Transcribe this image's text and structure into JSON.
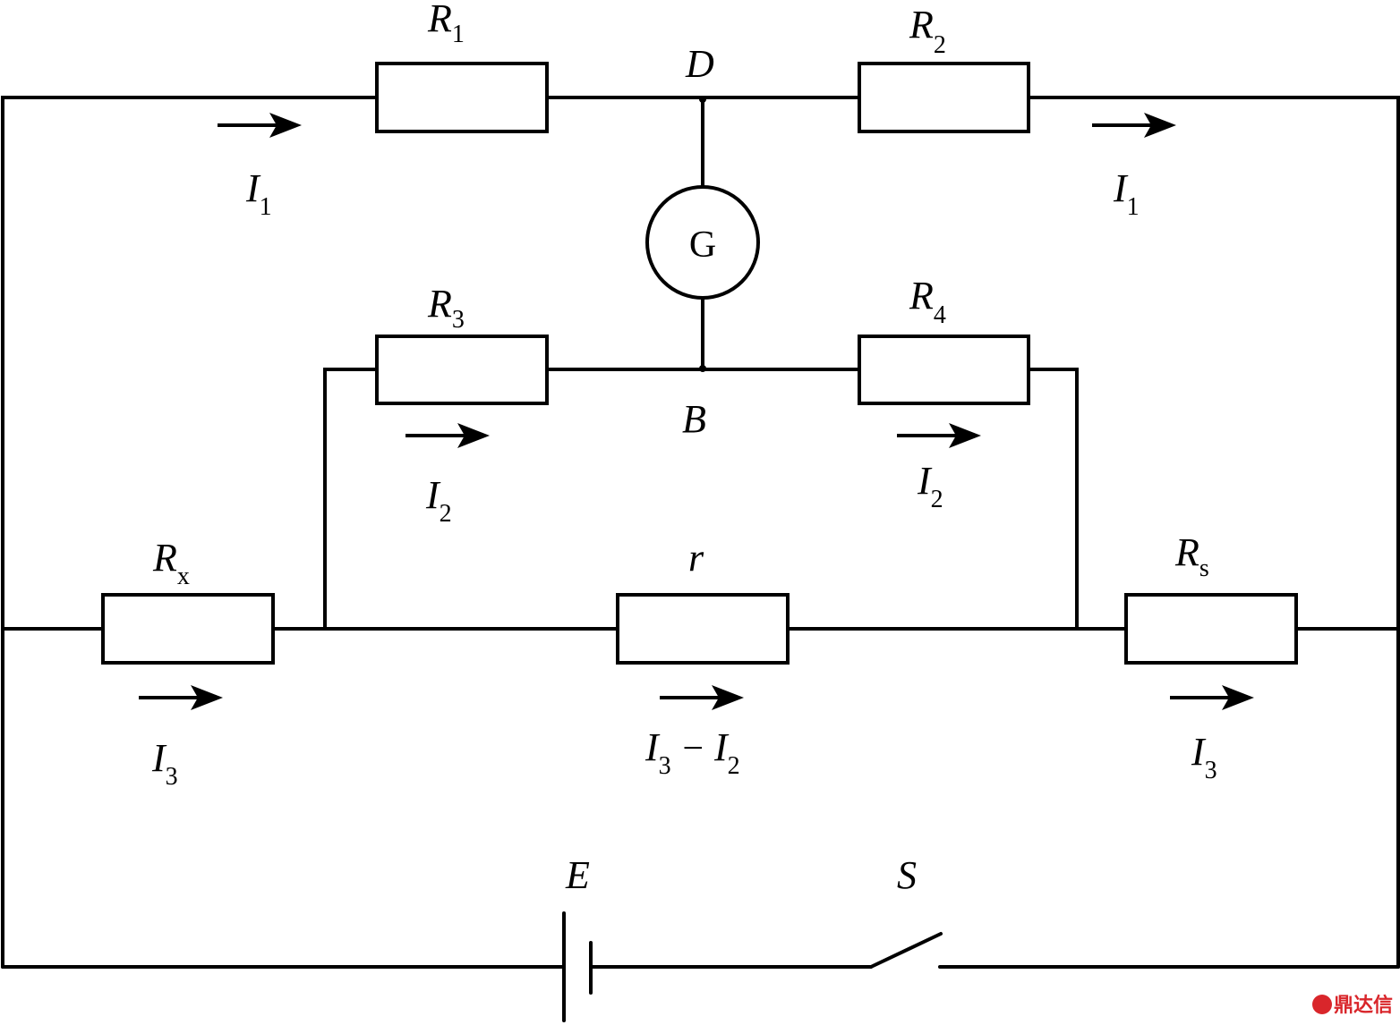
{
  "labels": {
    "R1": {
      "main": "R",
      "sub": "1"
    },
    "R2": {
      "main": "R",
      "sub": "2"
    },
    "R3": {
      "main": "R",
      "sub": "3"
    },
    "R4": {
      "main": "R",
      "sub": "4"
    },
    "Rx": {
      "main": "R",
      "sub": "x"
    },
    "Rs": {
      "main": "R",
      "sub": "s"
    },
    "r": "r",
    "D": "D",
    "B": "B",
    "G": "G",
    "E": "E",
    "S": "S",
    "I1_left": {
      "main": "I",
      "sub": "1"
    },
    "I1_right": {
      "main": "I",
      "sub": "1"
    },
    "I2_left": {
      "main": "I",
      "sub": "2"
    },
    "I2_right": {
      "main": "I",
      "sub": "2"
    },
    "I3_left": {
      "main": "I",
      "sub": "3"
    },
    "I3_right": {
      "main": "I",
      "sub": "3"
    },
    "I3_minus_I2": {
      "main1": "I",
      "sub1": "3",
      "op": "−",
      "main2": "I",
      "sub2": "2"
    }
  },
  "watermark": "鼎达信"
}
